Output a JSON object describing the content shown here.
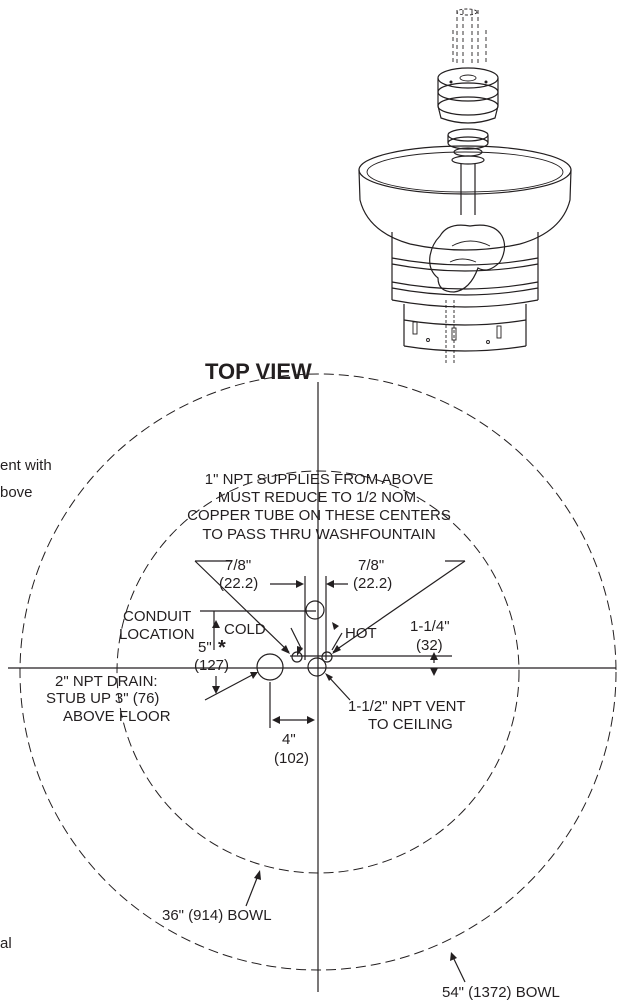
{
  "labels": {
    "top_view": "TOP VIEW",
    "left_note_1": "ent with",
    "left_note_2": "bove",
    "left_note_3": "al",
    "supply_1": "1\" NPT SUPPLIES FROM ABOVE",
    "supply_2": "MUST REDUCE TO 1/2 NOM.",
    "supply_3": "COPPER TUBE ON THESE CENTERS",
    "supply_4": "TO PASS THRU WASHFOUNTAIN",
    "dim_left_top": "7/8\"",
    "dim_left_bot": "(22.2)",
    "dim_right_top": "7/8\"",
    "dim_right_bot": "(22.2)",
    "conduit_1": "CONDUIT",
    "conduit_2": "LOCATION",
    "cold": "COLD",
    "hot": "HOT",
    "dim_5_top": "5\"",
    "dim_5_star": "*",
    "dim_5_bot": "(127)",
    "dim_114_top": "1-1/4\"",
    "dim_114_bot": "(32)",
    "drain_1": "2\" NPT DRAIN:",
    "drain_2": "STUB UP 3\" (76)",
    "drain_3": "ABOVE FLOOR",
    "dim_4_top": "4\"",
    "dim_4_bot": "(102)",
    "vent_1": "1-1/2\" NPT VENT",
    "vent_2": "TO CEILING",
    "bowl_36": "36\" (914) BOWL",
    "bowl_54": "54\" (1372) BOWL"
  }
}
